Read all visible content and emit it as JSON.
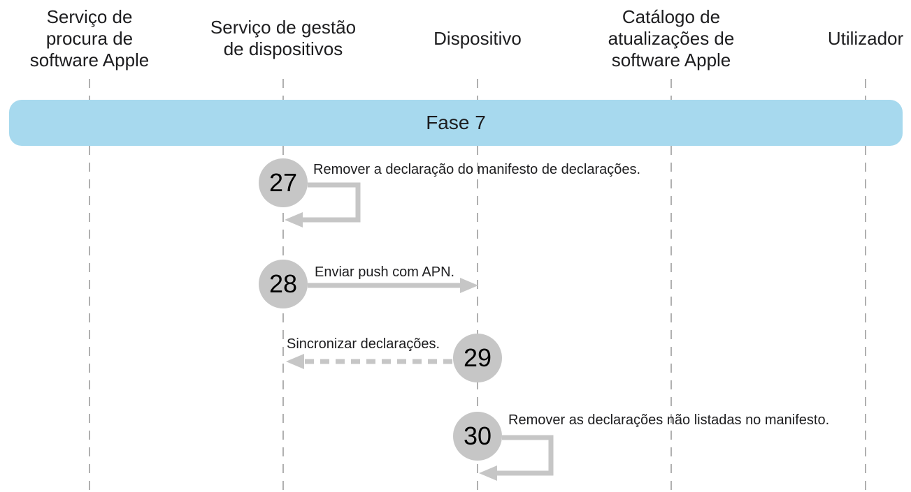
{
  "diagram": {
    "phase_label": "Fase 7",
    "participants": [
      {
        "name": "Serviço de\nprocura de\nsoftware Apple"
      },
      {
        "name": "Serviço de gestão\nde dispositivos"
      },
      {
        "name": "Dispositivo"
      },
      {
        "name": "Catálogo de\natualizações de\nsoftware Apple"
      },
      {
        "name": "Utilizador"
      }
    ],
    "steps": [
      {
        "number": "27",
        "label": "Remover a declaração do manifesto de declarações.",
        "from": "Serviço de gestão de dispositivos",
        "to": "Serviço de gestão de dispositivos",
        "arrow": "self-loop-solid"
      },
      {
        "number": "28",
        "label": "Enviar push com APN.",
        "from": "Serviço de gestão de dispositivos",
        "to": "Dispositivo",
        "arrow": "solid-right"
      },
      {
        "number": "29",
        "label": "Sincronizar declarações.",
        "from": "Dispositivo",
        "to": "Serviço de gestão de dispositivos",
        "arrow": "dashed-left"
      },
      {
        "number": "30",
        "label": "Remover as declarações não listadas no manifesto.",
        "from": "Dispositivo",
        "to": "Dispositivo",
        "arrow": "self-loop-solid"
      }
    ],
    "colors": {
      "phase_band": "#a7d9ee",
      "step_circle": "#c6c6c6",
      "arrow": "#c6c6c6",
      "lifeline": "#b0b0b0",
      "text": "#1d1d1f",
      "background": "#ffffff"
    }
  }
}
